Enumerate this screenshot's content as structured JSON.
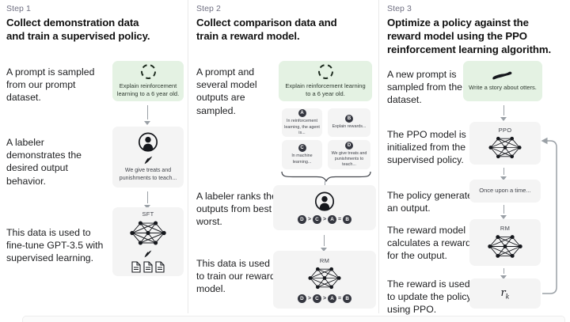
{
  "colors": {
    "green_box": "#e4f2e3",
    "gray_box": "#f4f4f4",
    "dark": "#353740",
    "arrow": "#9aa0a6",
    "step_text": "#6e6e80"
  },
  "icons": {
    "prompt_sample": "dashed-circle-icon",
    "labeler": "person-icon",
    "write": "quill-icon",
    "model": "neural-network-icon",
    "documents": "documents-icon",
    "otter": "otter-icon"
  },
  "columns": [
    {
      "step": "Step 1",
      "title_lines": [
        "Collect demonstration data",
        "and train a supervised policy."
      ],
      "rows": [
        {
          "label": "A prompt is sampled from our prompt dataset.",
          "box_text": "Explain reinforcement learning to a 6 year old."
        },
        {
          "label": "A labeler demonstrates the desired output behavior.",
          "box_text": "We give treats and punishments to teach..."
        },
        {
          "label": "This data is used to fine-tune GPT-3.5 with supervised learning.",
          "box_label": "SFT"
        }
      ]
    },
    {
      "step": "Step 2",
      "title_lines": [
        "Collect comparison data and",
        "train a reward model."
      ],
      "rows": [
        {
          "label": "A prompt and several model outputs are sampled.",
          "box_text": "Explain reinforcement learning to a 6 year old."
        },
        {
          "label": "A labeler ranks the outputs from best to worst."
        },
        {
          "label": "This data is used to train our reward model.",
          "box_label": "RM"
        }
      ],
      "answers": [
        {
          "id": "A",
          "text": "In reinforcement learning, the agent is..."
        },
        {
          "id": "B",
          "text": "Explain rewards..."
        },
        {
          "id": "C",
          "text": "In machine learning..."
        },
        {
          "id": "D",
          "text": "We give treats and punishments to teach..."
        }
      ],
      "ranking": {
        "items": [
          "D",
          "C",
          "A",
          "B"
        ],
        "separators": [
          ">",
          ">",
          "="
        ]
      }
    },
    {
      "step": "Step 3",
      "title_lines": [
        "Optimize a policy against the",
        "reward model using the PPO",
        "reinforcement learning algorithm."
      ],
      "rows": [
        {
          "label": "A new prompt is sampled from the dataset.",
          "box_text": "Write a story about otters."
        },
        {
          "label": "The PPO model is initialized from the supervised policy.",
          "box_label": "PPO"
        },
        {
          "label": "The policy generates an output.",
          "box_text": "Once upon a time..."
        },
        {
          "label": "The reward model calculates a reward for the output.",
          "box_label": "RM"
        },
        {
          "label": "The reward is used to update the policy using PPO.",
          "reward_symbol": "r",
          "reward_symbol_sub": "k"
        }
      ]
    }
  ]
}
